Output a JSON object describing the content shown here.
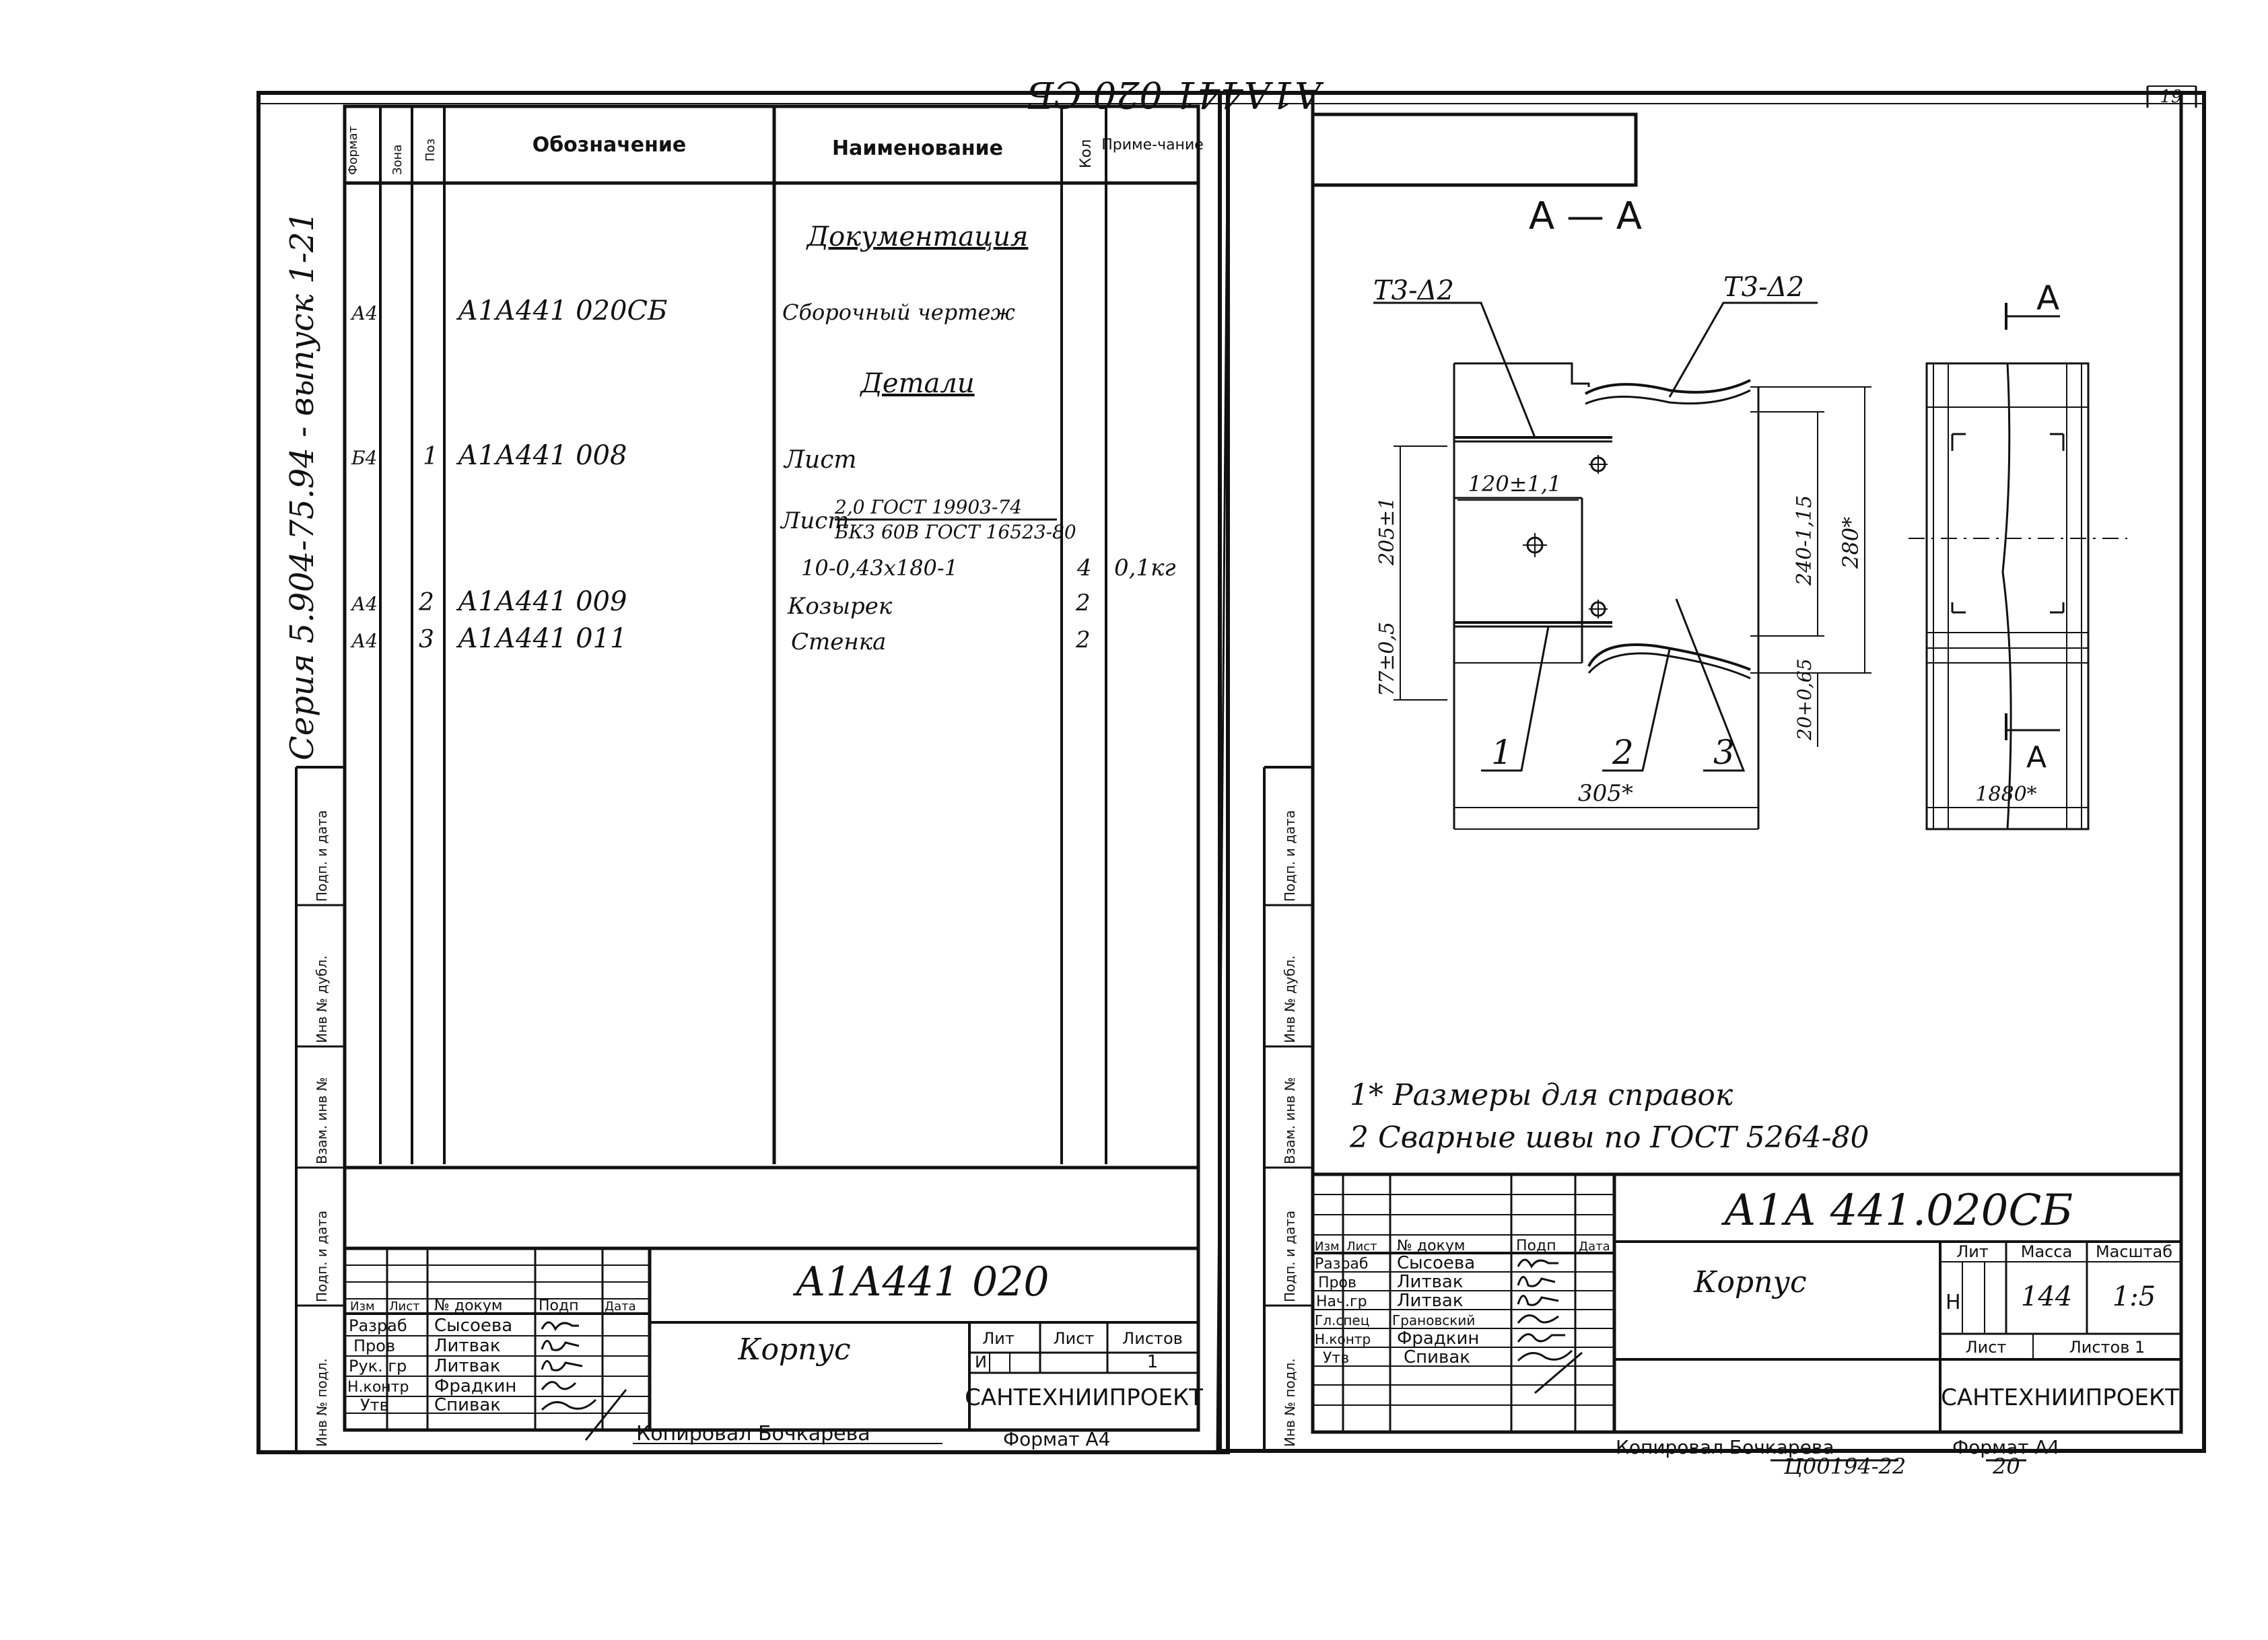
{
  "page_number": "19",
  "series_note": "Серия 5.904-75.94 - выпуск 1-21",
  "spec": {
    "headers": {
      "format": "Формат",
      "zone": "Зона",
      "pos": "Поз",
      "designation": "Обозначение",
      "name": "Наименование",
      "qty": "Кол",
      "note": "Приме-чание"
    },
    "section_documentation": "Документация",
    "section_details": "Детали",
    "rows": [
      {
        "format": "А4",
        "pos": "",
        "designation": "А1А441 020СБ",
        "name": "Сборочный чертеж",
        "qty": "",
        "note": ""
      },
      {
        "format": "Б4",
        "pos": "1",
        "designation": "А1А441 008",
        "name": "Лист",
        "qty": "",
        "note": ""
      },
      {
        "format": "",
        "pos": "",
        "designation": "",
        "name": "10-0,43х180-1",
        "qty": "4",
        "note": "0,1кг"
      },
      {
        "format": "А4",
        "pos": "2",
        "designation": "А1А441 009",
        "name": "Козырек",
        "qty": "2",
        "note": ""
      },
      {
        "format": "А4",
        "pos": "3",
        "designation": "А1А441 011",
        "name": "Стенка",
        "qty": "2",
        "note": ""
      }
    ],
    "material": {
      "prefix": "Лист",
      "top": "2,0 ГОСТ 19903-74",
      "bottom": "БК3 60В ГОСТ 16523-80"
    }
  },
  "side_labels": {
    "sign_date": "Подп. и дата",
    "inv_dubl": "Инв № дубл.",
    "vzam_inv": "Взам. инв №",
    "inv_podl": "Инв № подл."
  },
  "left_title_block": {
    "designation": "А1А441 020",
    "name": "Корпус",
    "col_headers": [
      "Изм",
      "Лист",
      "№ докум",
      "Подп",
      "Дата"
    ],
    "roles": [
      {
        "role": "Разраб",
        "name": "Сысоева"
      },
      {
        "role": "Пров",
        "name": "Литвак"
      },
      {
        "role": "Рук. гр",
        "name": "Литвак"
      },
      {
        "role": "Н.контр",
        "name": "Фрадкин"
      },
      {
        "role": "Утв",
        "name": "Спивак"
      }
    ],
    "lit_label": "Лит",
    "sheet_label": "Лист",
    "sheets_label": "Листов",
    "lit_value": "И",
    "sheets_value": "1",
    "org": "САНТЕХНИИПРОЕКТ",
    "copied": "Копировал  Бочкарева",
    "format": "Формат А4"
  },
  "drawing": {
    "mirrored_stamp": "А1А441 020 СБ",
    "section_title": "А — А",
    "weld_left": "Т3-Δ2",
    "weld_right": "Т3-Δ2",
    "dims": {
      "d120": "120±1,1",
      "d205": "205±1",
      "d77": "77±0,5",
      "d240": "240-1,15",
      "d280": "280*",
      "d20": "20+0,65",
      "d305": "305*",
      "d1880": "1880*"
    },
    "callouts": [
      "1",
      "2",
      "3"
    ],
    "section_mark": "А",
    "notes": [
      "1* Размеры для справок",
      "2 Сварные швы по ГОСТ 5264-80"
    ]
  },
  "right_title_block": {
    "designation": "А1А 441.020СБ",
    "name": "Корпус",
    "col_headers": [
      "Изм",
      "Лист",
      "№ докум",
      "Подп",
      "Дата"
    ],
    "roles": [
      {
        "role": "Разраб",
        "name": "Сысоева"
      },
      {
        "role": "Пров",
        "name": "Литвак"
      },
      {
        "role": "Нач.гр",
        "name": "Литвак"
      },
      {
        "role": "Гл.спец",
        "name": "Грановский"
      },
      {
        "role": "Н.контр",
        "name": "Фрадкин"
      },
      {
        "role": "Утв",
        "name": "Спивак"
      }
    ],
    "lit_label": "Лит",
    "mass_label": "Масса",
    "scale_label": "Масштаб",
    "lit_value": "Н",
    "mass_value": "144",
    "scale_value": "1:5",
    "sheet_label": "Лист",
    "sheets_label": "Листов 1",
    "org": "САНТЕХНИИПРОЕКТ",
    "copied": "Копировал  Бочкарева",
    "format": "Формат А4"
  },
  "archive_number": "Ц00194-22",
  "archive_sheet": "20"
}
